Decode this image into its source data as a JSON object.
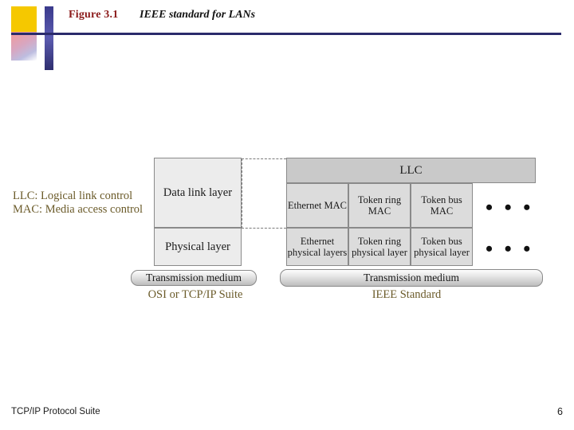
{
  "header": {
    "figure_label": "Figure 3.1",
    "figure_title": "IEEE standard for LANs"
  },
  "legend": {
    "line1": "LLC: Logical link control",
    "line2": "MAC: Media access control"
  },
  "left_stack": {
    "data_link": "Data link layer",
    "physical": "Physical layer",
    "medium": "Transmission medium",
    "caption": "OSI or TCP/IP Suite"
  },
  "right_stack": {
    "llc": "LLC",
    "mac_layers": [
      "Ethernet\nMAC",
      "Token ring\nMAC",
      "Token bus\nMAC"
    ],
    "mac_ethernet": "Ethernet MAC",
    "mac_token_ring": "Token ring MAC",
    "mac_token_bus": "Token bus MAC",
    "phy_ethernet": "Ethernet physical layers",
    "phy_token_ring": "Token ring physical layer",
    "phy_token_bus": "Token bus physical layer",
    "ellipsis": "• • •",
    "medium": "Transmission medium",
    "caption": "IEEE Standard"
  },
  "footer": {
    "note": "TCP/IP Protocol Suite",
    "page_number": "6"
  },
  "colors": {
    "figure_label": "#8B1A1A",
    "legend_text": "#6b5b2a",
    "rule": "#2b2b6b",
    "accent_yellow": "#f5c800",
    "box_fill": "#dcdcdc",
    "llc_fill": "#c9c9c9",
    "left_box_fill": "#ececec"
  }
}
